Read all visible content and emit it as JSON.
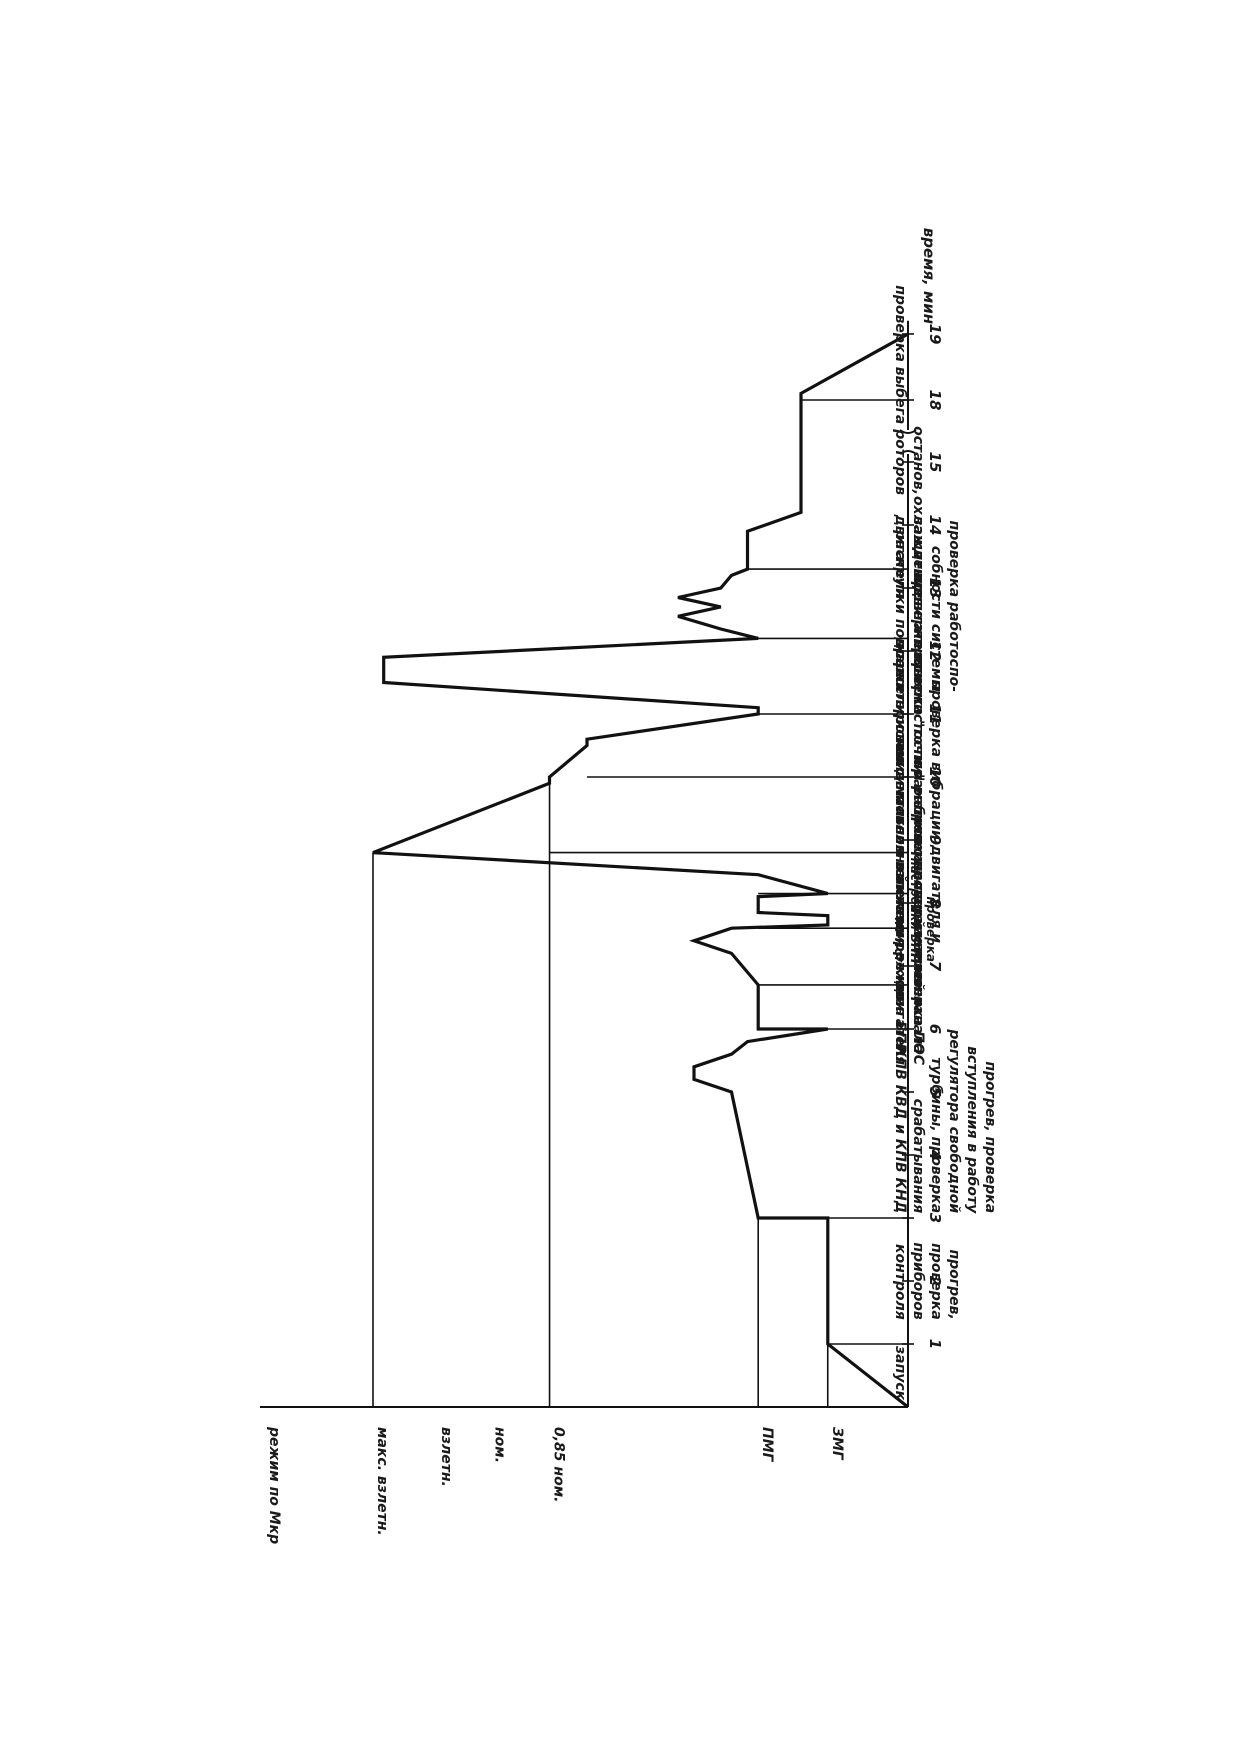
{
  "chart_data": {
    "type": "line",
    "title": "",
    "xlabel": "время, мин",
    "ylabel": "режим по Мкр",
    "x_ticks": [
      "1",
      "2",
      "3",
      "4",
      "5",
      "6",
      "7",
      "8",
      "9",
      "10",
      "11",
      "12",
      "13",
      "14",
      "15",
      "18",
      "19"
    ],
    "xlim": [
      0,
      19
    ],
    "axis_break": [
      15,
      18
    ],
    "y_levels": [
      {
        "label": "ЗМГ",
        "value": 0.15
      },
      {
        "label": "ПМГ",
        "value": 0.28
      },
      {
        "label": "0,85 ном.",
        "value": 0.67
      },
      {
        "label": "ном.",
        "value": 0.78
      },
      {
        "label": "взлетн.",
        "value": 0.88
      },
      {
        "label": "макс. взлетн.",
        "value": 1.0
      }
    ],
    "series": [
      {
        "x": [
          0,
          1,
          3,
          3,
          5,
          5.2,
          5.4,
          5.6,
          5.8,
          6,
          6,
          6.7,
          7.2,
          7.4,
          7.6,
          7.65,
          7.8,
          7.85,
          8.1,
          8.15,
          8.45,
          8.8,
          8.8,
          9.9,
          10,
          10.5,
          10.6,
          11,
          11.1,
          11.5,
          11.9,
          12.2,
          12.35,
          12.55,
          12.7,
          12.85,
          13,
          13.2,
          13.3,
          13.9,
          14.2,
          15,
          18,
          18.1,
          19
        ],
        "y": [
          0,
          0.15,
          0.15,
          0.28,
          0.33,
          0.4,
          0.4,
          0.33,
          0.3,
          0.15,
          0.28,
          0.28,
          0.33,
          0.4,
          0.33,
          0.15,
          0.15,
          0.28,
          0.28,
          0.15,
          0.28,
          1.0,
          1.0,
          0.67,
          0.67,
          0.6,
          0.6,
          0.28,
          0.28,
          0.98,
          0.98,
          0.28,
          0.35,
          0.43,
          0.35,
          0.43,
          0.35,
          0.33,
          0.3,
          0.3,
          0.2,
          0.2,
          0.2,
          0.2,
          0.0
        ]
      }
    ],
    "phases": [
      {
        "text": [
          "запуск"
        ]
      },
      {
        "text": [
          "прогрев,",
          "проверка",
          "приборов",
          "контроля"
        ]
      },
      {
        "text": [
          "прогрев, проверка",
          "вступления в работу",
          "регулятора свободной",
          "турбины, проверка",
          "срабатывания",
          "КПВ КВД и КПВ КНД"
        ]
      },
      {
        "text": [
          "проверка ПОС",
          "двигателя"
        ]
      },
      {
        "text": [
          "проверка целей канала",
          "снижения режима БПР"
        ]
      },
      {
        "text": [
          "проверка",
          "настройки БПР",
          "по Пст"
        ]
      },
      {
        "text": [
          "проверка параметров на",
          "максимальном взлетном режиме"
        ]
      },
      {
        "text": [
          "проверка вибрации двигателя и",
          "параметров масляной и",
          "топливной систем"
        ]
      },
      {
        "text": [
          "проверка \"точки\" рабочих",
          "характеристик двигателя"
        ]
      },
      {
        "text": [
          "проверка приемистости и",
          "дросселирования"
        ]
      },
      {
        "text": [
          "проверка работоспо-",
          "собности системы",
          "защиты двигателя от",
          "раскрутки помпажа"
        ]
      },
      {
        "text": [
          "охлаждение",
          "двигателя"
        ]
      },
      {
        "text": [
          "останов,",
          "проверка выбега роторов"
        ]
      }
    ]
  }
}
